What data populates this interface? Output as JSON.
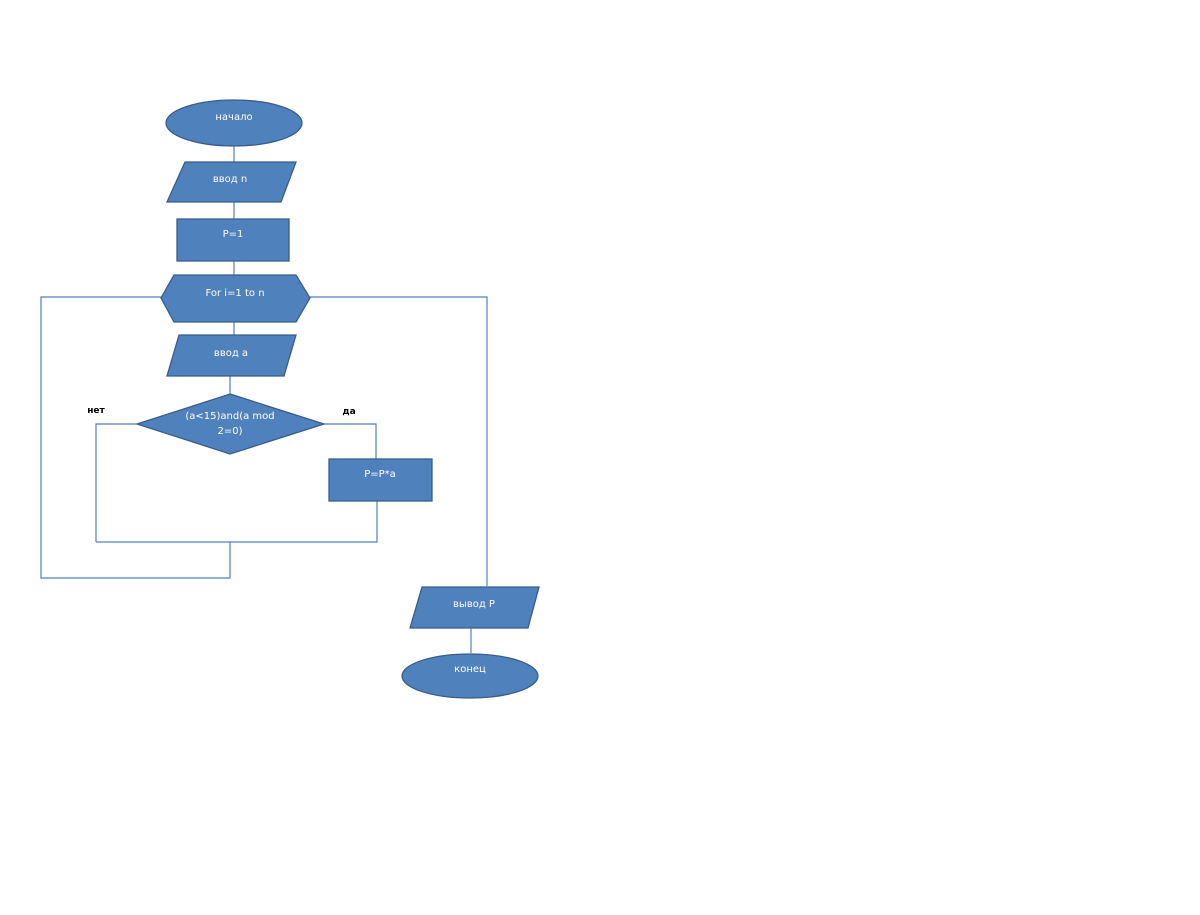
{
  "diagram": {
    "nodes": {
      "start": {
        "label": "начало"
      },
      "input_n": {
        "label": "ввод  n"
      },
      "init_p": {
        "label": "P=1"
      },
      "loop": {
        "label": "For i=1 to n"
      },
      "input_a": {
        "label": "ввод  a"
      },
      "condition": {
        "label_line1": "(a<15)and(a mod",
        "label_line2": "2=0)"
      },
      "multiply": {
        "label": "P=P*a"
      },
      "output_p": {
        "label": "вывод  P"
      },
      "end": {
        "label": "конец"
      }
    },
    "branches": {
      "no": "нет",
      "yes": "да"
    }
  }
}
